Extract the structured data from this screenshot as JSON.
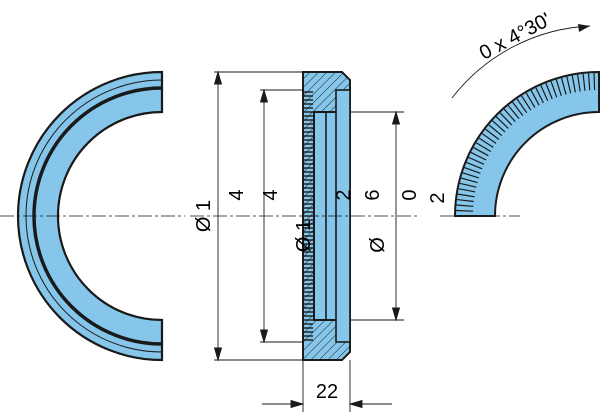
{
  "colors": {
    "fill": "#86c6ea",
    "line": "#1a1a1a",
    "hatch": "#5a8fb0",
    "background": "#ffffff"
  },
  "dimensions": {
    "outer_diameter": "Ø 1",
    "outer_diameter_digit": "4",
    "middle_diameter": "4",
    "inner_diameter": "Ø 1",
    "inner_diameter_extra": "4",
    "bore_diameter_left": "2",
    "bore_diameter_right": "6",
    "right_diameter_symbol": "Ø",
    "right_diameter_value": "0",
    "width": "22",
    "angle": "0 x 4°30'",
    "teeth_label": "2"
  }
}
